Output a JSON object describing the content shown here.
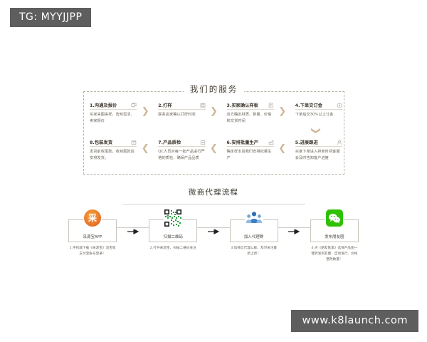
{
  "watermarks": {
    "top_left": "TG: MYYJJPP",
    "bottom_right": "www.k8launch.com"
  },
  "services": {
    "title": "我们的服务",
    "row1": [
      {
        "title": "1.沟通及报价",
        "desc": "买家来图来样，告知需求、卖家报价",
        "icon": "chat-bubble-icon"
      },
      {
        "title": "2.打样",
        "desc": "联系店家确认打样时间",
        "icon": "calendar-icon"
      },
      {
        "title": "3.买家确认样板",
        "desc": "双方确定材质、数量、价格和交货时间",
        "icon": "document-check-icon"
      },
      {
        "title": "4.下单交订金",
        "desc": "下单后交30%以上订金",
        "icon": "coin-icon"
      }
    ],
    "row2": [
      {
        "title": "8.包装发货",
        "desc": "发货前收尾款，收到尾款后安排发货。",
        "icon": "package-icon"
      },
      {
        "title": "7.产品质检",
        "desc": "QC人员对每一批产品进行严格的质检，确保产品品质",
        "icon": "clipboard-icon"
      },
      {
        "title": "6.安排批量生产",
        "desc": "确定样本后我们安排批量生产",
        "icon": "factory-icon"
      },
      {
        "title": "5.进展跟进",
        "desc": "买家下单进入排单时间客服会及时告知客户进度",
        "icon": "person-icon"
      }
    ],
    "chevron_right": "❯",
    "chevron_left": "❮",
    "chevron_down": "❯"
  },
  "agent_flow": {
    "title": "微商代理流程",
    "nodes": [
      {
        "icon": "caiyuanbao-app-icon",
        "icon_glyph": "采",
        "label": "采源宝APP",
        "caption": "1.手机端下载《采源宝》淘宝或支付宝账号登录！"
      },
      {
        "icon": "qr-code-icon",
        "label": "扫描二维码",
        "caption": "2.打开采源宝、扫描二维码关注"
      },
      {
        "icon": "group-people-icon",
        "label": "加入代理群",
        "caption": "3.加微信代理公群、及时关注最新上新！"
      },
      {
        "icon": "wechat-icon",
        "label": "发布朋友圈",
        "caption": "4.点《朋友象素》选择产品图一键转发到友圈、自动发行、价格整改数量！"
      }
    ],
    "arrow": "arrow-right-icon"
  },
  "colors": {
    "watermark_bg": "#5e5e5e",
    "chevron": "#cdb693",
    "dashed_border": "#b9b2a6",
    "orange_icon": "#e8762a",
    "wechat_green": "#2dc100",
    "group_blue": "#3b7fc4"
  }
}
